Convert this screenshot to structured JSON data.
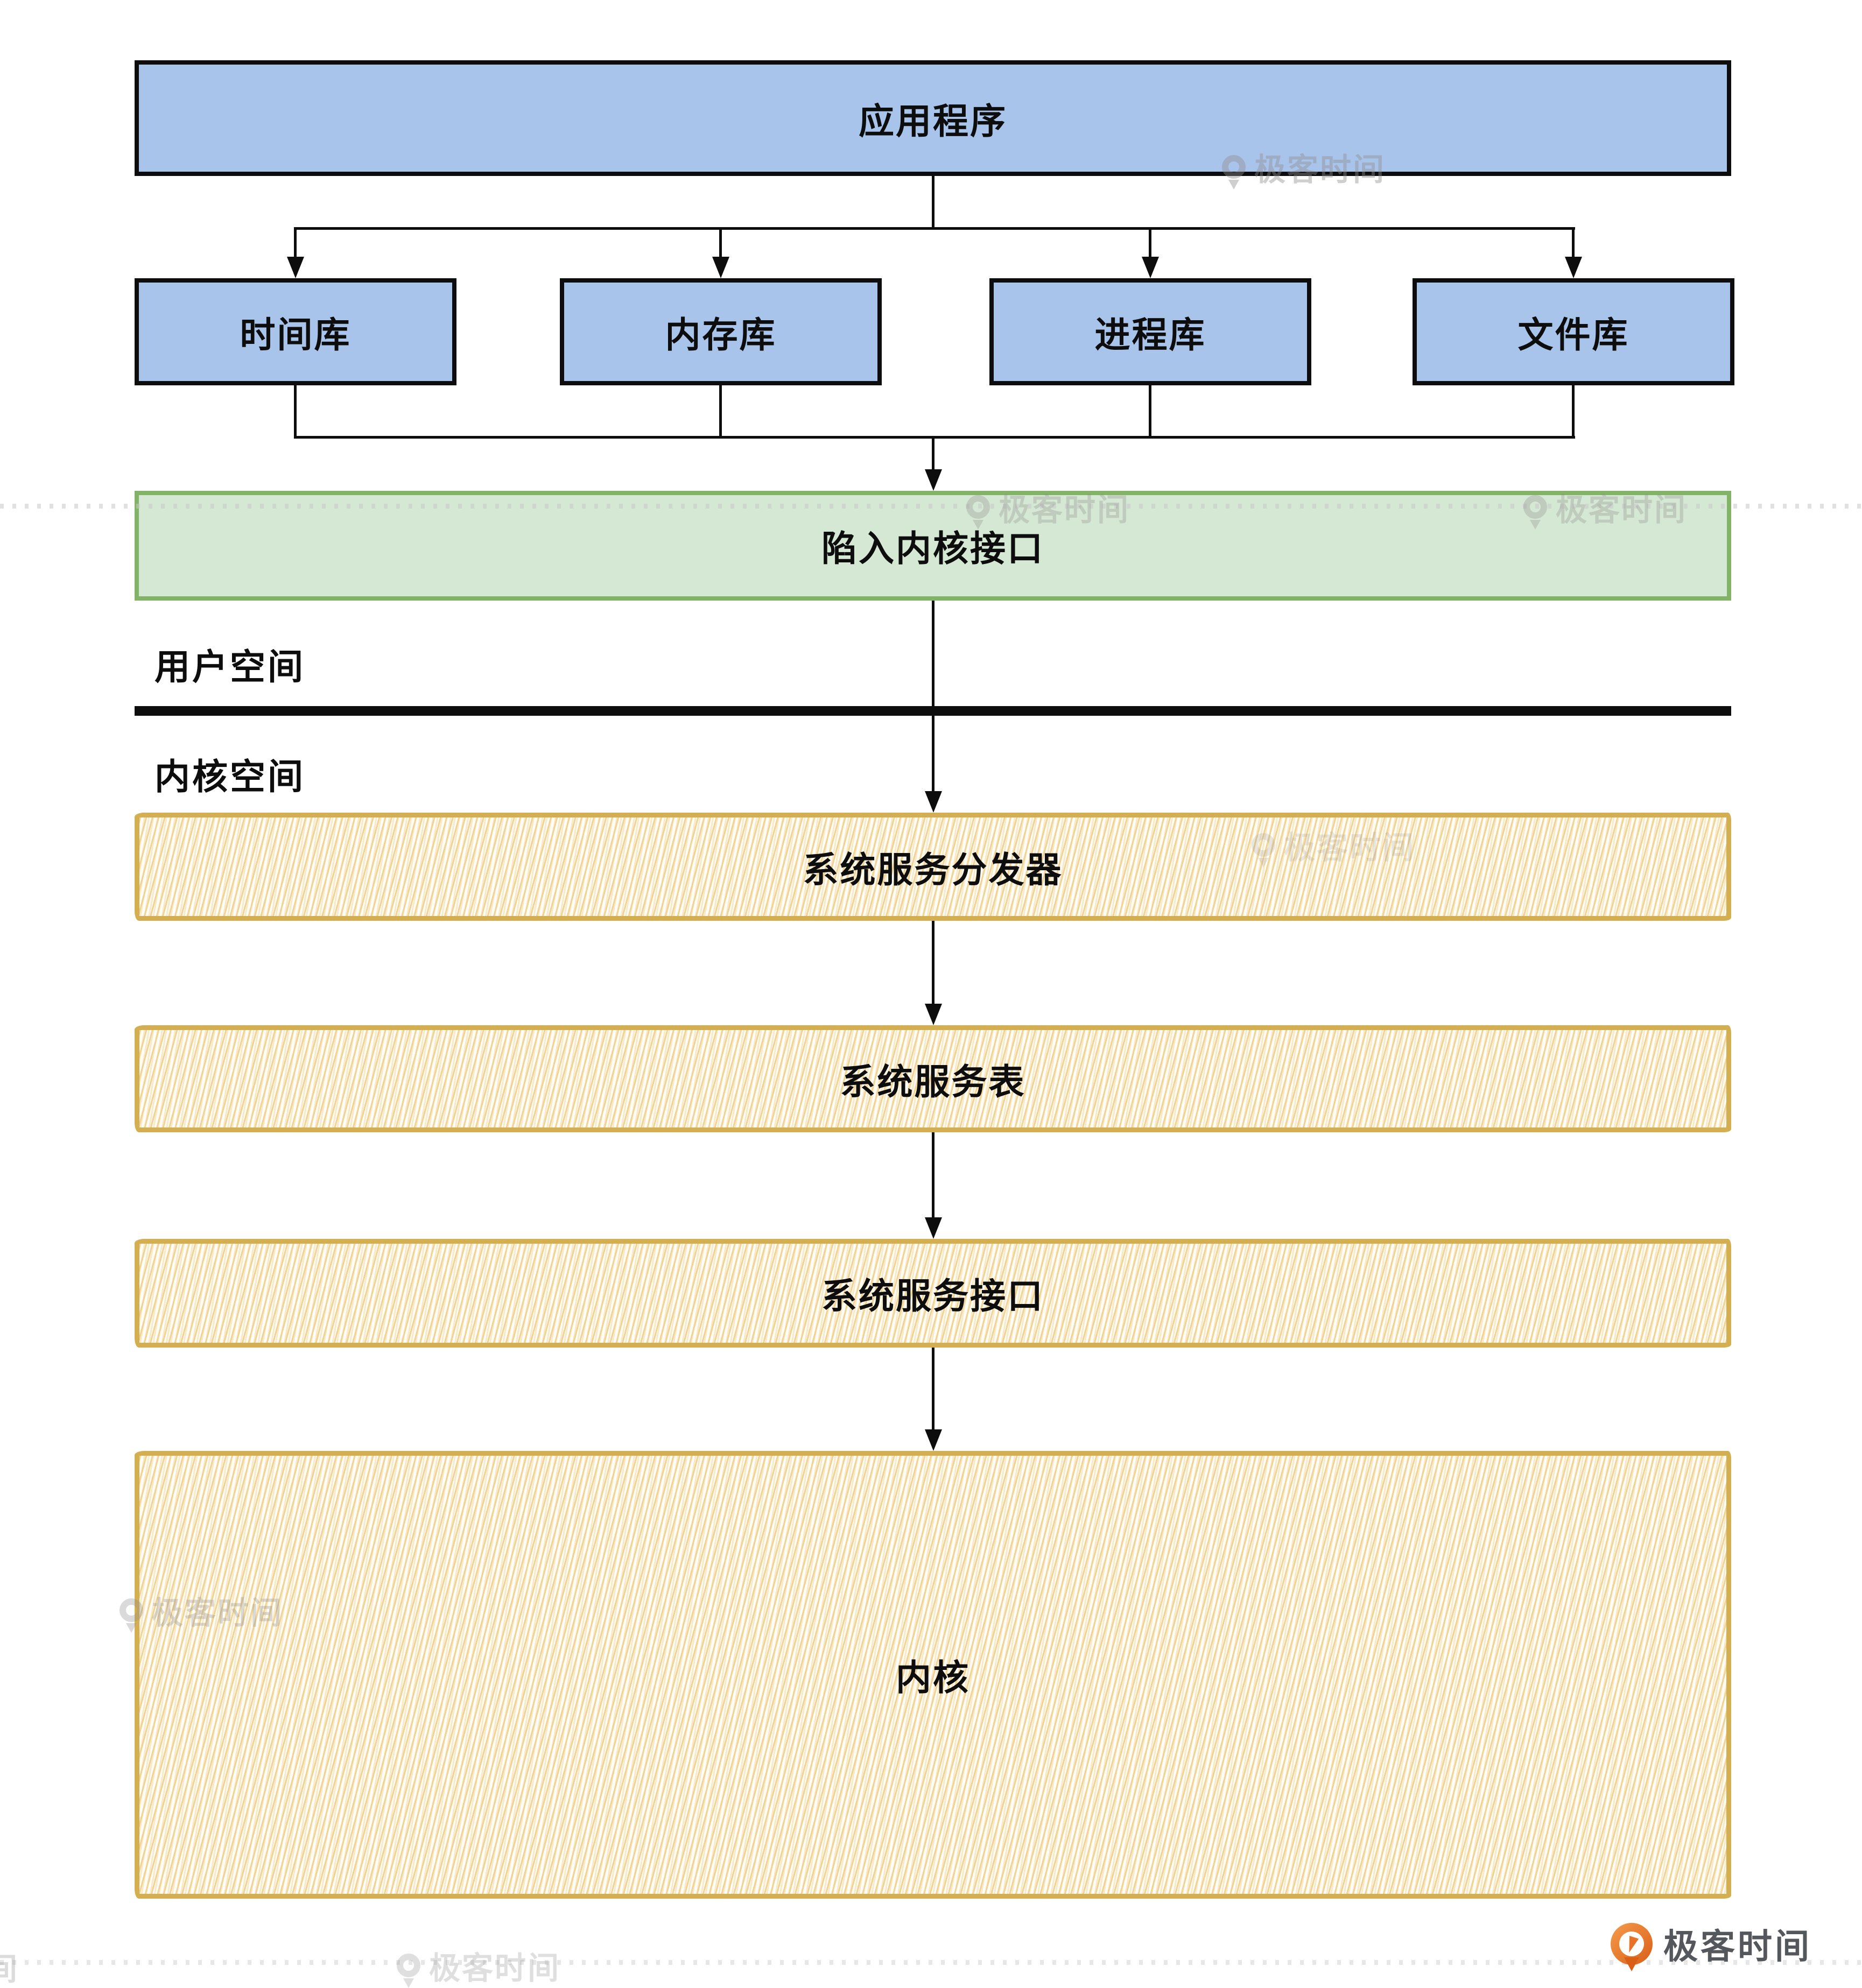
{
  "diagram": {
    "app_box": {
      "label": "应用程序"
    },
    "lib_boxes": [
      {
        "label": "时间库"
      },
      {
        "label": "内存库"
      },
      {
        "label": "进程库"
      },
      {
        "label": "文件库"
      }
    ],
    "trap_box": {
      "label": "陷入内核接口"
    },
    "space_labels": {
      "user": "用户空间",
      "kernel": "内核空间"
    },
    "kernel_layers": [
      {
        "label": "系统服务分发器"
      },
      {
        "label": "系统服务表"
      },
      {
        "label": "系统服务接口"
      }
    ],
    "kernel_box": {
      "label": "内核"
    }
  },
  "watermark": {
    "text": "极客时间",
    "fragment": "间"
  },
  "footer": {
    "logo_text": "极客时间"
  },
  "colors": {
    "ink": "#0d0d0d",
    "blue_fill": "#a9c4eb",
    "blue_border": "#0d0d0d",
    "green_fill": "#d5e8d4",
    "green_border": "#82b366",
    "yellow_border": "#d4af52",
    "hatch_a": "#f1d495",
    "hatch_b": "#f8e9c8",
    "yellow_bg": "#fffdf6",
    "wm_gray": "#8f8f8f",
    "dot_gray": "#c9c9c9",
    "logo_orange": "#ea7227",
    "logo_orange_dark": "#d95f17",
    "footer_text_color": "#54585d"
  }
}
